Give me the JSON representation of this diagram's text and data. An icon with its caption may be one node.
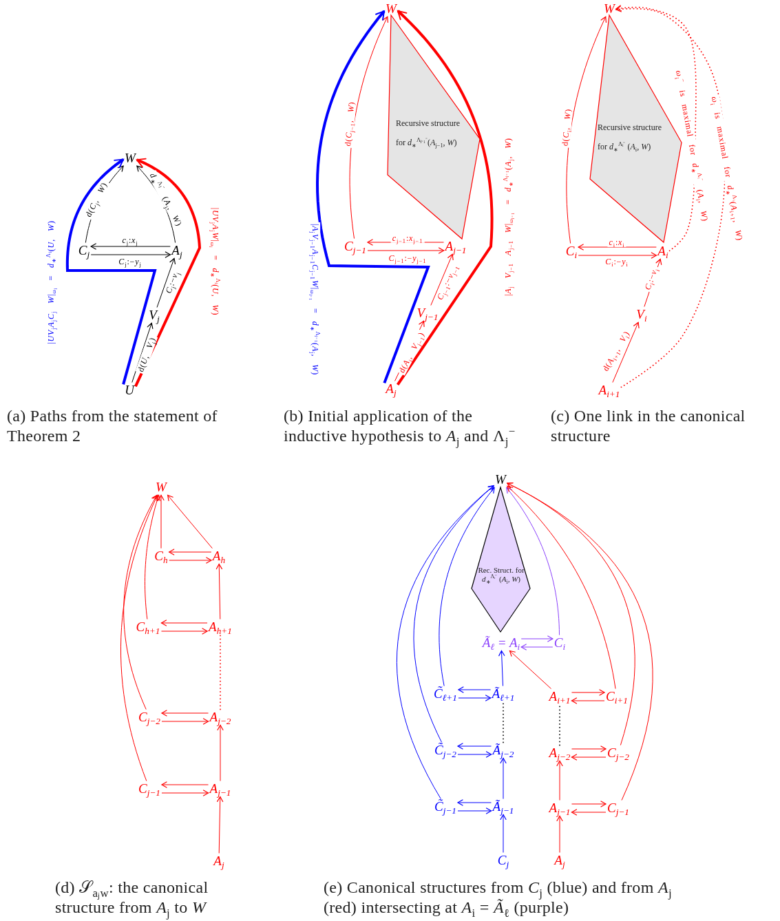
{
  "diagram": {
    "nodes": [
      {
        "text": [
          "W"
        ]
      },
      {
        "text": [
          "C$_{j}$"
        ]
      },
      {
        "text": [
          "A$_{j}$"
        ]
      },
      {
        "text": [
          "V$_{j}$"
        ]
      },
      {
        "text": [
          "U"
        ]
      },
      {
        "text": [
          "W"
        ]
      },
      {
        "text": [
          "C$_{j−1}$"
        ]
      },
      {
        "text": [
          "A$_{j−1}$"
        ]
      },
      {
        "text": [
          "V$_{j−1}$"
        ]
      },
      {
        "text": [
          "A$_{j}$"
        ]
      },
      {
        "text": [
          "Recursive structure",
          "for *d*$_{∗}$$^{Λⱼ₋₁⁻}$(*A*$_{j−1}$, *W*)"
        ]
      },
      {
        "text": [
          "W"
        ]
      },
      {
        "text": [
          "C$_{i}$"
        ]
      },
      {
        "text": [
          "A$_{i}$"
        ]
      },
      {
        "text": [
          "V$_{i}$"
        ]
      },
      {
        "text": [
          "A$_{i+1}$"
        ]
      },
      {
        "text": [
          "Recursive structure",
          "for *d*$_{∗}$$^{Λᵢ⁻}$ (*A*$_{i}$, *W*)"
        ]
      },
      {
        "text": [
          "W"
        ]
      },
      {
        "text": [
          "C$_{h}$"
        ]
      },
      {
        "text": [
          "A$_{h}$"
        ]
      },
      {
        "text": [
          "C$_{h+1}$"
        ]
      },
      {
        "text": [
          "A$_{h+1}$"
        ]
      },
      {
        "text": [
          "C$_{j−2}$"
        ]
      },
      {
        "text": [
          "A$_{j−2}$"
        ]
      },
      {
        "text": [
          "C$_{j−1}$"
        ]
      },
      {
        "text": [
          "A$_{j−1}$"
        ]
      },
      {
        "text": [
          "A$_{j}$"
        ]
      },
      {
        "text": [
          "W"
        ]
      },
      {
        "text": [
          "Rec. Struct. for *d*$_{∗}$$^{Λᵢ⁻}$ (*A*$_{i}$, *W*)"
        ]
      },
      {
        "text": [
          "Ã$_{ℓ}$ = A$_{i}$"
        ]
      },
      {
        "text": [
          "C$_{i}$"
        ]
      },
      {
        "text": [
          "C̃$_{ℓ+1}$"
        ]
      },
      {
        "text": [
          "Ã$_{ℓ+1}$"
        ]
      },
      {
        "text": [
          "A$_{i+1}$"
        ]
      },
      {
        "text": [
          "C$_{i+1}$"
        ]
      },
      {
        "text": [
          "C̃$_{j−2}$"
        ]
      },
      {
        "text": [
          "Ã$_{j−2}$"
        ]
      },
      {
        "text": [
          "A$_{j−2}$"
        ]
      },
      {
        "text": [
          "C$_{j−2}$"
        ]
      },
      {
        "text": [
          "C̃$_{j−1}$"
        ]
      },
      {
        "text": [
          "Ã$_{j−1}$"
        ]
      },
      {
        "text": [
          "A$_{j−1}$"
        ]
      },
      {
        "text": [
          "C$_{j−1}$"
        ]
      },
      {
        "text": [
          "C$_{j}$"
        ]
      },
      {
        "text": [
          "A$_{j}$"
        ]
      }
    ],
    "edges": [
      {
        "from": 1,
        "to": 0,
        "arrow": "to",
        "label": "d(*C*$_{j}$, *W*)",
        "color": "#000000"
      },
      {
        "from": 2,
        "to": 0,
        "arrow": "to",
        "label": "*d*$_{∗}$$^{Λⱼ⁻}$ (*A*$_{j}$, *W*)",
        "color": "#000000"
      },
      {
        "from": 2,
        "to": 1,
        "arrow": "to",
        "label": "*c*$_{j}$:*x*$_{j}$",
        "color": "#000000"
      },
      {
        "from": 1,
        "to": 2,
        "arrow": "to",
        "label": "*C*$_{j}$:−*y*$_{j}$",
        "color": "#000000"
      },
      {
        "from": 3,
        "to": 2,
        "arrow": "to",
        "label": "*C*$_{j}$:−*v*$_{j}$",
        "color": "#000000"
      },
      {
        "from": 4,
        "to": 3,
        "arrow": "to",
        "label": "d(*U*, *V*$_{j}$)",
        "color": "#000000"
      },
      {
        "from": 4,
        "to": 0,
        "arrow": "to",
        "label": "|*UV*$_{j}$*A*$_{j}$*C*$_{j}$ *W*|$_{ωⱼ}$ = *d*$_{∗}$$^{Λⱼ}$(*U*, *W*)",
        "style": "thick",
        "color": "#0000ff"
      },
      {
        "from": 4,
        "to": 0,
        "arrow": "to",
        "label": "|*UV*$_{j}$*A*$_{j}$*W*|$_{ωⱼ}$ = *d*$_{∗}$$^{Λⱼ}$(*U*, *W*)",
        "style": "thick"
      },
      {
        "from": 6,
        "to": 5,
        "arrow": "to",
        "label": "d(*C*$_{j−1}$, *W*)"
      },
      {
        "from": 7,
        "to": 6,
        "arrow": "to",
        "label": "*c*$_{j−1}$:*x*$_{j−1}$"
      },
      {
        "from": 6,
        "to": 7,
        "arrow": "to",
        "label": "*C*$_{j−1}$:−*y*$_{j−1}$"
      },
      {
        "from": 8,
        "to": 7,
        "arrow": "to",
        "label": "*C*$_{j−1}$:−*v*$_{j−1}$"
      },
      {
        "from": 9,
        "to": 8,
        "arrow": "to",
        "label": "d(*A*$_{j}$, *V*$_{j−1}$)"
      },
      {
        "from": 9,
        "to": 5,
        "arrow": "to",
        "label": "|*A*$_{j}$*V*$_{j−1}$*A*$_{j−1}$*C*$_{j−1}$*W*|$_{ωⱼ₋₁}$ = *d*$_{∗}$$^{Λⱼ₋₁}$(*A*$_{j}$, *W*)",
        "style": "thick",
        "color": "#0000ff"
      },
      {
        "from": 9,
        "to": 5,
        "arrow": "to",
        "label": "|*A*$_{j}$ *V*$_{j−1}$ *A*$_{j−1}$ *W*|$_{ωⱼ₋₁}$ = *d*$_{∗}$$^{Λⱼ₋₁}$(*A*$_{j}$, *W*)",
        "style": "thick"
      },
      {
        "from": 12,
        "to": 11,
        "arrow": "to",
        "label": "d(*C*$_{i}$, *W*)"
      },
      {
        "from": 13,
        "to": 12,
        "arrow": "to",
        "label": "*c*$_{i}$:*x*$_{i}$"
      },
      {
        "from": 12,
        "to": 13,
        "arrow": "to",
        "label": "*C*$_{i}$:−*y*$_{i}$"
      },
      {
        "from": 14,
        "to": 13,
        "arrow": "to",
        "label": "*C*$_{i}$:−*v*$_{i}$"
      },
      {
        "from": 15,
        "to": 14,
        "arrow": "to",
        "label": "d(*A*$_{i+1}$, *V*$_{i}$)"
      },
      {
        "from": 13,
        "to": 11,
        "arrow": "to",
        "label": "*ω*$_{i}$$^{−}$ is maximal for *d*$_{∗}$$^{Λᵢ⁻}$ (*A*$_{i}$, *W*)",
        "style": "dashed"
      },
      {
        "from": 15,
        "to": 11,
        "arrow": "to",
        "label": "*ω*$_{i}$ is maximal for *d*$_{∗}$$^{Λᵢ}$(*A*$_{i+1}$, *W*)",
        "style": "dashed"
      },
      {
        "from": 18,
        "to": 17,
        "arrow": "to"
      },
      {
        "from": 19,
        "to": 17,
        "arrow": "to"
      },
      {
        "from": 20,
        "to": 17,
        "arrow": "to"
      },
      {
        "from": 22,
        "to": 17,
        "arrow": "to"
      },
      {
        "from": 24,
        "to": 17,
        "arrow": "to"
      },
      {
        "from": 19,
        "to": 18,
        "arrow": "to"
      },
      {
        "from": 18,
        "to": 19,
        "arrow": "to"
      },
      {
        "from": 21,
        "to": 20,
        "arrow": "to"
      },
      {
        "from": 20,
        "to": 21,
        "arrow": "to"
      },
      {
        "from": 23,
        "to": 22,
        "arrow": "to"
      },
      {
        "from": 22,
        "to": 23,
        "arrow": "to"
      },
      {
        "from": 25,
        "to": 24,
        "arrow": "to"
      },
      {
        "from": 24,
        "to": 25,
        "arrow": "to"
      },
      {
        "from": 21,
        "to": 19,
        "arrow": "to"
      },
      {
        "from": 23,
        "to": 21,
        "arrow": "none",
        "style": "dashed"
      },
      {
        "from": 25,
        "to": 23,
        "arrow": "to"
      },
      {
        "from": 26,
        "to": 25,
        "arrow": "to"
      },
      {
        "from": 31,
        "to": 27,
        "arrow": "to",
        "color": "#0000ff"
      },
      {
        "from": 35,
        "to": 27,
        "arrow": "to",
        "color": "#0000ff"
      },
      {
        "from": 39,
        "to": 27,
        "arrow": "to",
        "color": "#0000ff"
      },
      {
        "from": 30,
        "to": 27,
        "arrow": "to",
        "color": "#8a3ffc"
      },
      {
        "from": 34,
        "to": 27,
        "arrow": "to"
      },
      {
        "from": 38,
        "to": 27,
        "arrow": "to"
      },
      {
        "from": 42,
        "to": 27,
        "arrow": "to"
      },
      {
        "from": 32,
        "to": 29,
        "arrow": "to",
        "color": "#0000ff"
      },
      {
        "from": 33,
        "to": 29,
        "arrow": "to"
      },
      {
        "from": 29,
        "to": 30,
        "arrow": "to",
        "color": "#8a3ffc"
      },
      {
        "from": 30,
        "to": 29,
        "arrow": "to",
        "color": "#8a3ffc"
      },
      {
        "from": 32,
        "to": 31,
        "arrow": "to",
        "color": "#0000ff"
      },
      {
        "from": 31,
        "to": 32,
        "arrow": "to",
        "color": "#0000ff"
      },
      {
        "from": 33,
        "to": 34,
        "arrow": "to"
      },
      {
        "from": 34,
        "to": 33,
        "arrow": "to"
      },
      {
        "from": 36,
        "to": 35,
        "arrow": "to",
        "color": "#0000ff"
      },
      {
        "from": 35,
        "to": 36,
        "arrow": "to",
        "color": "#0000ff"
      },
      {
        "from": 37,
        "to": 38,
        "arrow": "to"
      },
      {
        "from": 38,
        "to": 37,
        "arrow": "to"
      },
      {
        "from": 40,
        "to": 39,
        "arrow": "to",
        "color": "#0000ff"
      },
      {
        "from": 39,
        "to": 40,
        "arrow": "to",
        "color": "#0000ff"
      },
      {
        "from": 41,
        "to": 42,
        "arrow": "to"
      },
      {
        "from": 42,
        "to": 41,
        "arrow": "to"
      },
      {
        "from": 36,
        "to": 32,
        "arrow": "none",
        "style": "dashed",
        "color": "#000000"
      },
      {
        "from": 37,
        "to": 33,
        "arrow": "none",
        "style": "dashed",
        "color": "#000000"
      },
      {
        "from": 40,
        "to": 36,
        "arrow": "to",
        "color": "#0000ff"
      },
      {
        "from": 43,
        "to": 40,
        "arrow": "to",
        "color": "#0000ff"
      },
      {
        "from": 41,
        "to": 37,
        "arrow": "to"
      },
      {
        "from": 44,
        "to": 41,
        "arrow": "to"
      }
    ],
    "labels": [
      "(a) Paths from the statement of Theorem 2",
      "(b) Initial application of the inductive hypothesis to *A*$_{j}$ and Λ$_{j}$$^{−}$",
      "(c) One link in the canonical structure",
      "(d) 𝒮$_{aⱼw}$: the canonical structure from *A*$_{j}$ to *W*",
      "(e) Canonical structures from *C*$_{j}$ (blue) and from *A*$_{j}$ (red) intersecting at *A*$_{i}$ = *Ã*$_{ℓ}$ (purple)"
    ]
  }
}
